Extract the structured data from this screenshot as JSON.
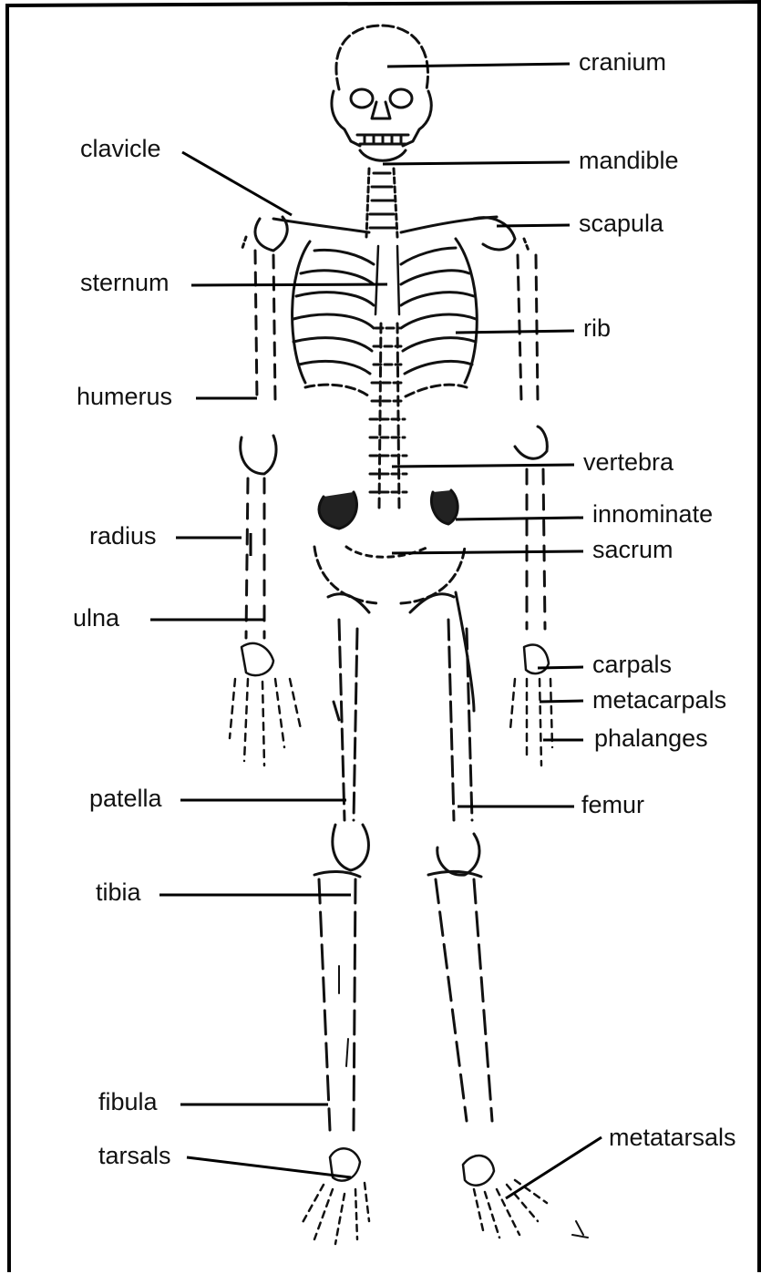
{
  "labels": {
    "cranium": "cranium",
    "clavicle": "clavicle",
    "mandible": "mandible",
    "scapula": "scapula",
    "sternum": "sternum",
    "rib": "rib",
    "humerus": "humerus",
    "vertebra": "vertebra",
    "innominate": "innominate",
    "radius": "radius",
    "sacrum": "sacrum",
    "ulna": "ulna",
    "carpals": "carpals",
    "metacarpals": "metacarpals",
    "phalanges": "phalanges",
    "femur": "femur",
    "patella": "patella",
    "tibia": "tibia",
    "fibula": "fibula",
    "tarsals": "tarsals",
    "metatarsals": "metatarsals"
  }
}
